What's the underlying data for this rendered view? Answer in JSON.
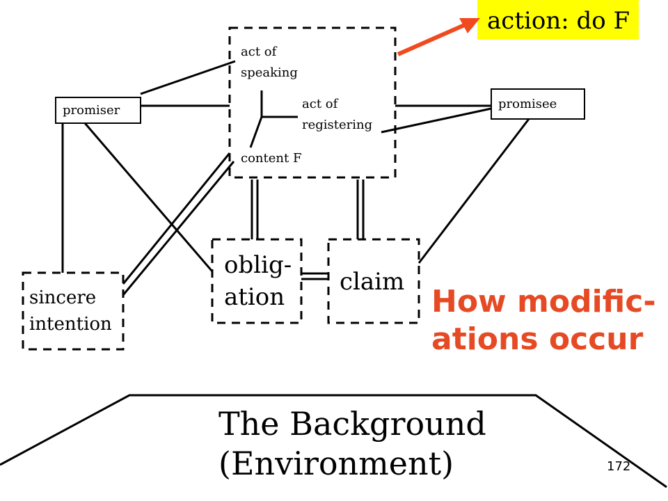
{
  "colors": {
    "line": "#000000",
    "arrow": "#f04a1e",
    "action_bg": "#ffff00",
    "heading": "#e64a24",
    "background": "#ffffff"
  },
  "action": {
    "text": "action: do F"
  },
  "speech_act": {
    "act_of_speaking": [
      "act of",
      "speaking"
    ],
    "act_of_registering": [
      "act of",
      "registering"
    ],
    "content": "content F"
  },
  "promiser": {
    "label": "promiser"
  },
  "promisee": {
    "label": "promisee"
  },
  "obligation": {
    "lines": [
      "oblig-",
      "ation"
    ]
  },
  "claim": {
    "label": "claim"
  },
  "sincere_intention": {
    "lines": [
      "sincere",
      "intention"
    ]
  },
  "heading": {
    "lines": [
      "How modific-",
      "ations occur"
    ]
  },
  "background_area": {
    "lines": [
      "The Background",
      "(Environment)"
    ]
  },
  "page_number": "172"
}
